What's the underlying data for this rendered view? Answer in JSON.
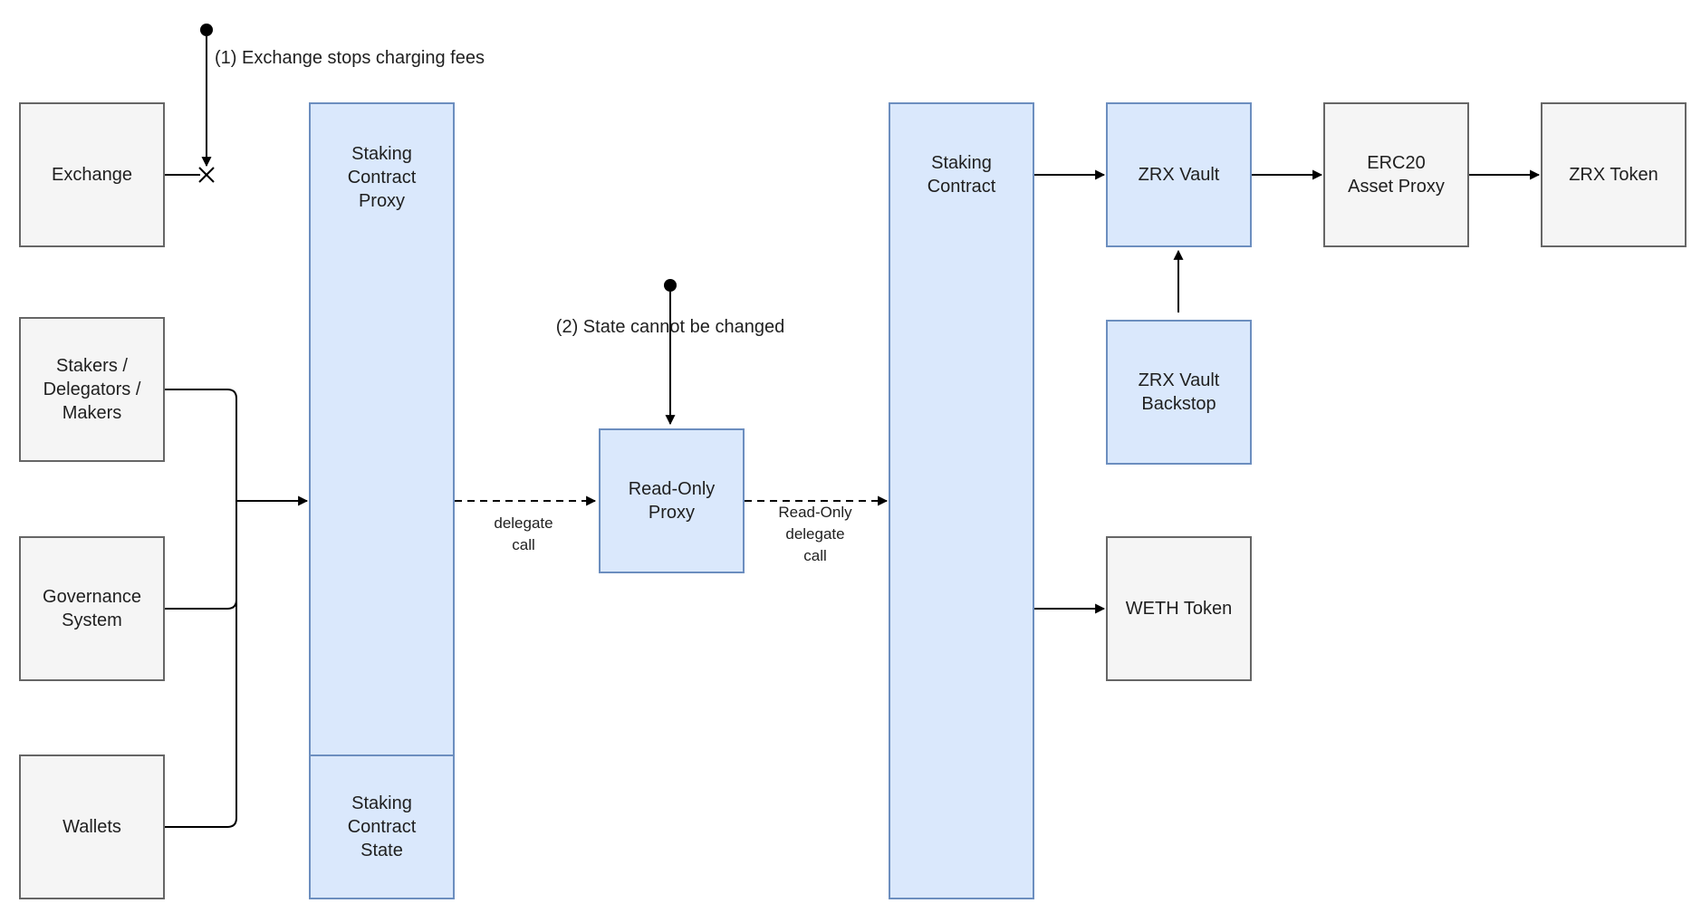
{
  "colors": {
    "background": "#ffffff",
    "blue_node_fill": "#dae8fc",
    "blue_node_border": "#6c8ebf",
    "gray_node_fill": "#f5f5f5",
    "gray_node_border": "#666666",
    "line": "#000000",
    "text": "#1f1f1f"
  },
  "nodes": {
    "exchange": {
      "label": "Exchange"
    },
    "stakers": {
      "label": "Stakers /\nDelegators /\nMakers"
    },
    "governance": {
      "label": "Governance\nSystem"
    },
    "wallets": {
      "label": "Wallets"
    },
    "staking_contract_proxy": {
      "label": "Staking\nContract\nProxy"
    },
    "staking_contract_state": {
      "label": "Staking\nContract\nState"
    },
    "read_only_proxy": {
      "label": "Read-Only\nProxy"
    },
    "staking_contract": {
      "label": "Staking\nContract"
    },
    "zrx_vault": {
      "label": "ZRX Vault"
    },
    "zrx_vault_backstop": {
      "label": "ZRX Vault\nBackstop"
    },
    "weth_token": {
      "label": "WETH Token"
    },
    "erc20_asset_proxy": {
      "label": "ERC20\nAsset Proxy"
    },
    "zrx_token": {
      "label": "ZRX Token"
    }
  },
  "annotations": {
    "note1": "(1) Exchange stops charging fees",
    "note2": "(2) State cannot be changed"
  },
  "edge_labels": {
    "delegate_call": "delegate\ncall",
    "read_only_delegate_call": "Read-Only\ndelegate\ncall"
  }
}
